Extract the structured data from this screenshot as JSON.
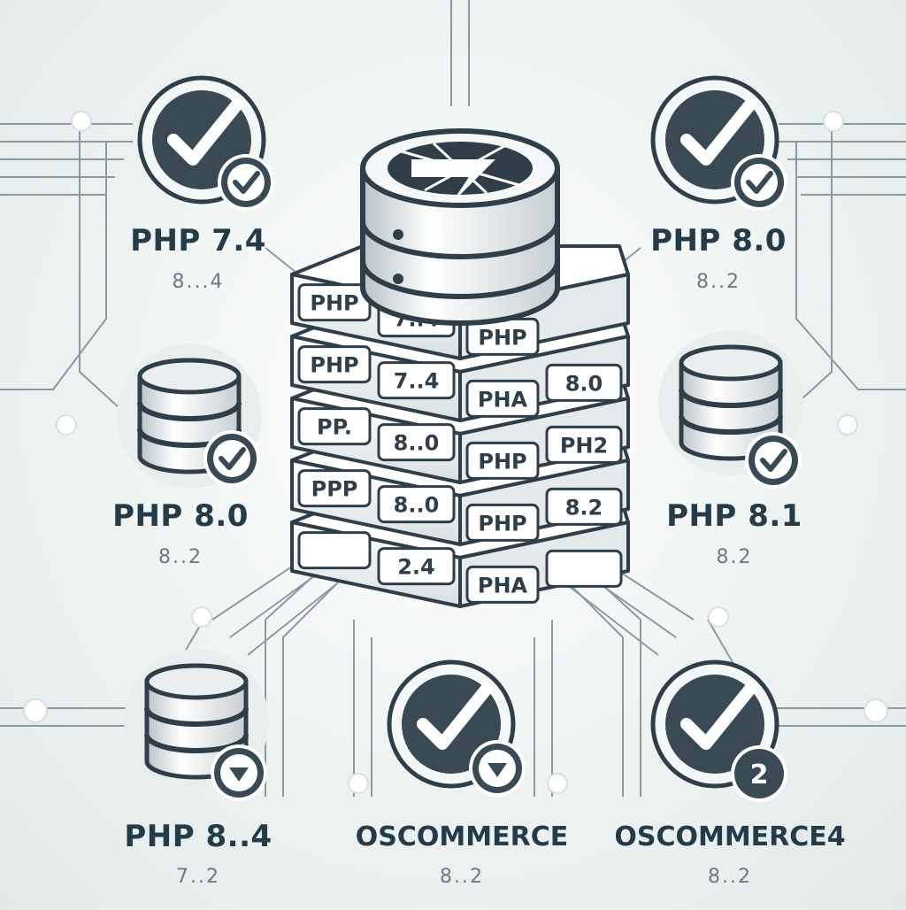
{
  "center_stack": {
    "layers": [
      {
        "tags": [
          "PHP",
          "7..4",
          "PHP"
        ]
      },
      {
        "tags": [
          "PHP",
          "7..4",
          "PHA",
          "8.0"
        ]
      },
      {
        "tags": [
          "PP.",
          "8..0",
          "PHP",
          "PH2"
        ]
      },
      {
        "tags": [
          "PPP",
          "8..0",
          "PHP",
          "8.2"
        ]
      },
      {
        "tags": [
          "",
          "2.4",
          "PHA",
          ""
        ]
      }
    ]
  },
  "nodes": {
    "top_left": {
      "title": "PHP 7.4",
      "sub": "8...4"
    },
    "top_right": {
      "title": "PHP 8.0",
      "sub": "8..2"
    },
    "mid_left": {
      "title": "PHP 8.0",
      "sub": "8..2"
    },
    "mid_right": {
      "title": "PHP 8.1",
      "sub": "8.2"
    },
    "bottom_left": {
      "title": "PHP 8..4",
      "sub": "7..2"
    },
    "bottom_mid": {
      "title": "OSCOMMERCE",
      "sub": "8..2"
    },
    "bottom_right": {
      "title": "OSCOMMERCE4",
      "sub": "8..2",
      "badge": "2"
    }
  },
  "colors": {
    "dark": "#2f3e48",
    "light": "#eef3f2",
    "line": "#8a9aa2"
  },
  "icons": {
    "check_badge": "check-badge-icon",
    "database": "database-icon",
    "php_stack": "server-stack-icon"
  }
}
